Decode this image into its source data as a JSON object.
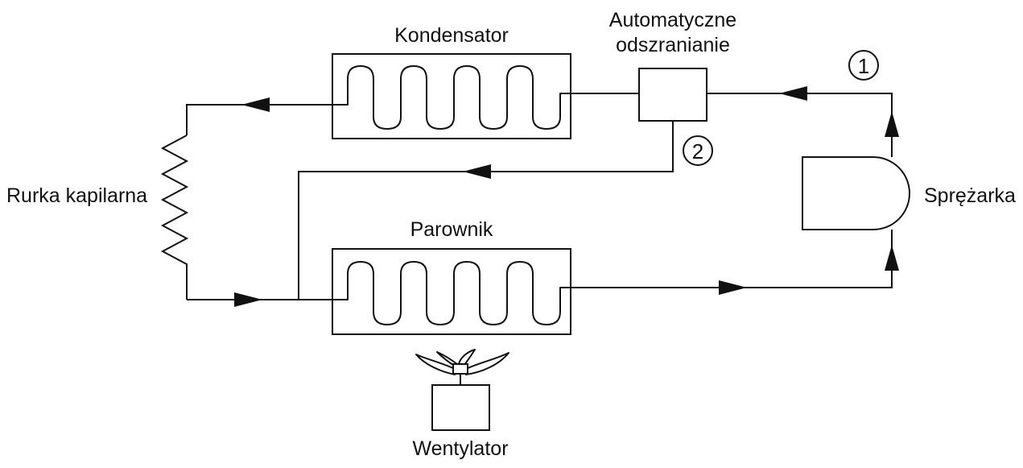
{
  "labels": {
    "condenser": "Kondensator",
    "defrost_line1": "Automatyczne",
    "defrost_line2": "odszranianie",
    "capillary": "Rurka kapilarna",
    "evaporator": "Parownik",
    "compressor": "Sprężarka",
    "fan": "Wentylator"
  },
  "markers": {
    "one": "1",
    "two": "2"
  },
  "colors": {
    "line": "#111111",
    "background": "#ffffff"
  }
}
